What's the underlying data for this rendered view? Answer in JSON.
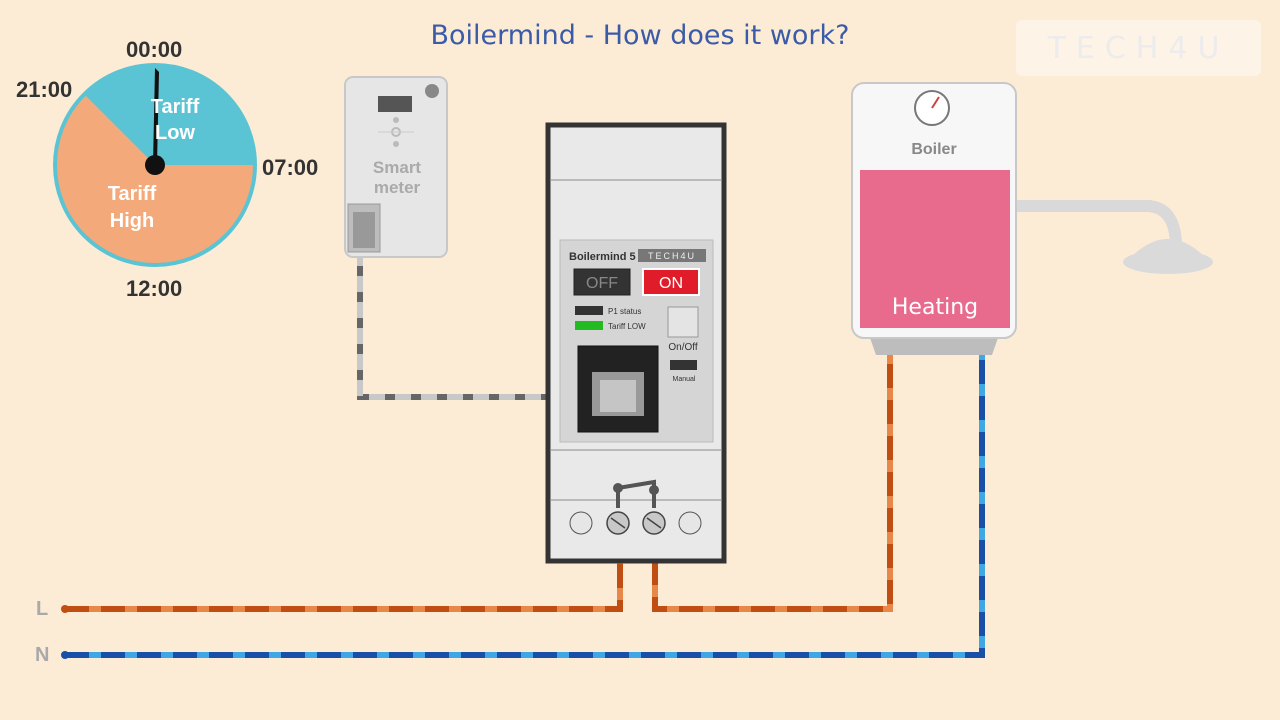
{
  "title": "Boilermind - How does it work?",
  "logo": {
    "text": "TECH4U"
  },
  "clock": {
    "labels": {
      "top": "00:00",
      "left": "21:00",
      "right": "07:00",
      "bottom": "12:00"
    },
    "tariff_low": {
      "line1": "Tariff",
      "line2": "Low"
    },
    "tariff_high": {
      "line1": "Tariff",
      "line2": "High"
    }
  },
  "smart_meter": {
    "line1": "Smart",
    "line2": "meter"
  },
  "device": {
    "name": "Boilermind 5",
    "brand": "TECH4U",
    "off_label": "OFF",
    "on_label": "ON",
    "p1_status": "P1 status",
    "tariff_low": "Tariff LOW",
    "on_off": "On/Off",
    "manual": "Manual"
  },
  "boiler": {
    "label": "Boiler",
    "status": "Heating"
  },
  "wires": {
    "live": "L",
    "neutral": "N"
  },
  "colors": {
    "background": "#fcecd6",
    "title": "#3b5ba8",
    "tariff_low": "#5bc4d4",
    "tariff_high": "#f3a97a",
    "live_wire": "#d05a1e",
    "neutral_wire": "#1e64b4",
    "heating": "#e86a8c",
    "on_button": "#e01c2a",
    "led_green": "#22bb22"
  }
}
